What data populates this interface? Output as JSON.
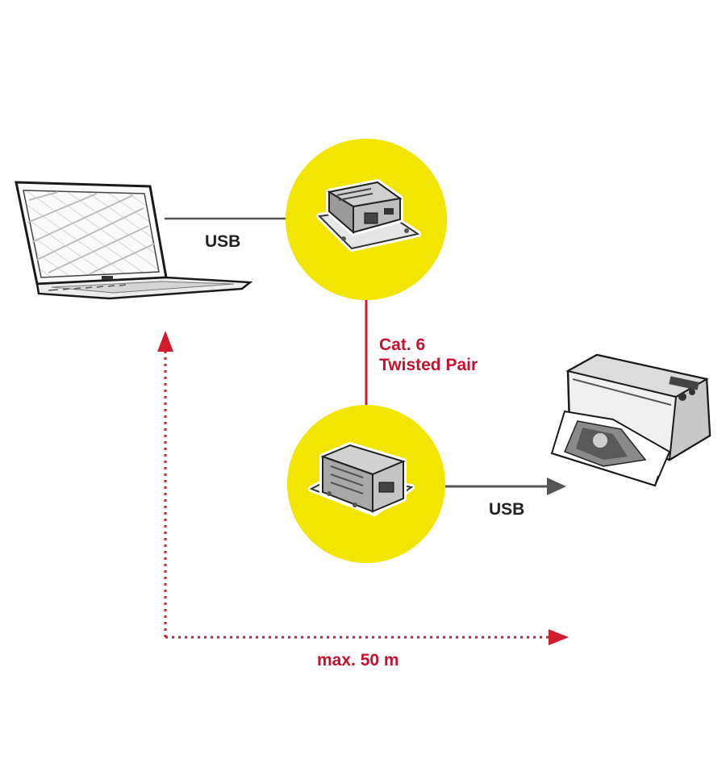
{
  "labels": {
    "usb_top": "USB",
    "cable_line1": "Cat. 6",
    "cable_line2": "Twisted Pair",
    "usb_bottom": "USB",
    "distance": "max. 50 m"
  },
  "colors": {
    "circle": "#f2e500",
    "red": "#d01c2b",
    "line": "#555555",
    "text": "#222222"
  },
  "icons": {
    "computer": "laptop-icon",
    "transmitter": "usb-extender-transmitter-icon",
    "receiver": "usb-extender-receiver-icon",
    "peripheral": "printer-icon"
  }
}
